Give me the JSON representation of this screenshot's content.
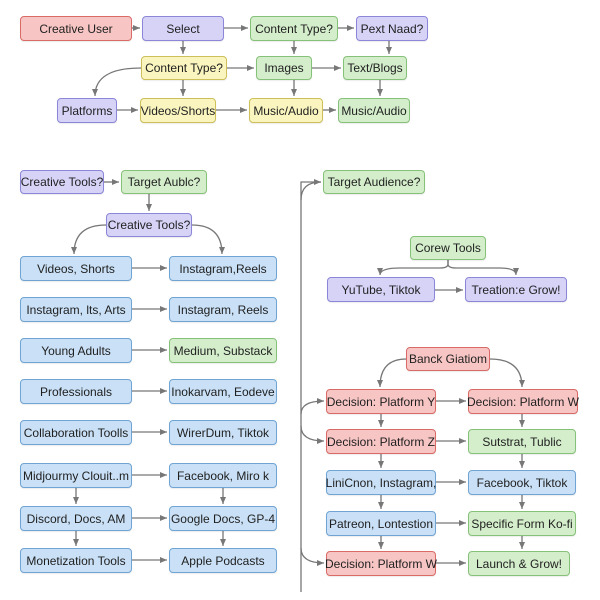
{
  "nodes": {
    "n01": {
      "label": "Creative User",
      "color": "red"
    },
    "n02": {
      "label": "Select",
      "color": "purple"
    },
    "n03": {
      "label": "Content Type?",
      "color": "green"
    },
    "n04": {
      "label": "Pext Naad?",
      "color": "purple"
    },
    "n05": {
      "label": "Content Type?",
      "color": "yellow"
    },
    "n06": {
      "label": "Images",
      "color": "green"
    },
    "n07": {
      "label": "Text/Blogs",
      "color": "green"
    },
    "n08": {
      "label": "Platforms",
      "color": "purple"
    },
    "n09": {
      "label": "Videos/Shorts",
      "color": "yellow"
    },
    "n10": {
      "label": "Music/Audio",
      "color": "yellow"
    },
    "n11": {
      "label": "Music/Audio",
      "color": "green"
    },
    "n12": {
      "label": "Creative Tools?",
      "color": "purple"
    },
    "n13": {
      "label": "Target Aublc?",
      "color": "green"
    },
    "n14": {
      "label": "Creative Tools?",
      "color": "purple"
    },
    "n15": {
      "label": "Videos, Shorts",
      "color": "blue"
    },
    "n16": {
      "label": "Instagram,Reels",
      "color": "blue"
    },
    "n17": {
      "label": "Instagram, lts, Arts",
      "color": "blue"
    },
    "n18": {
      "label": "Instagram, Reels",
      "color": "blue"
    },
    "n19": {
      "label": "Young Adults",
      "color": "blue"
    },
    "n20": {
      "label": "Medium, Substack",
      "color": "green"
    },
    "n21": {
      "label": "Professionals",
      "color": "blue"
    },
    "n22": {
      "label": "Inokarvam, Eodeve",
      "color": "blue"
    },
    "n23": {
      "label": "Collaboration Toolls",
      "color": "blue"
    },
    "n24": {
      "label": "WirerDum, Tiktok",
      "color": "blue"
    },
    "n25": {
      "label": "Midjourmy Clouit..m",
      "color": "blue"
    },
    "n26": {
      "label": "Facebook, Miro k",
      "color": "blue"
    },
    "n27": {
      "label": "Discord, Docs, AM",
      "color": "blue"
    },
    "n28": {
      "label": "Google Docs, GP-4",
      "color": "blue"
    },
    "n29": {
      "label": "Monetization Tools",
      "color": "blue"
    },
    "n30": {
      "label": "Apple Podcasts",
      "color": "blue"
    },
    "n31": {
      "label": "Target Audience?",
      "color": "green"
    },
    "n32": {
      "label": "Corew Tools",
      "color": "green"
    },
    "n33": {
      "label": "YuTube, Tiktok",
      "color": "purple"
    },
    "n34": {
      "label": "Treation:e Grow!",
      "color": "purple"
    },
    "n35": {
      "label": "Banck Giatiom",
      "color": "red"
    },
    "n36": {
      "label": "Decision: Platform Y",
      "color": "red"
    },
    "n37": {
      "label": "Decision: Platform W",
      "color": "red"
    },
    "n38": {
      "label": "Decision: Platform Z",
      "color": "red"
    },
    "n39": {
      "label": "Sutstrat, Tublic",
      "color": "green"
    },
    "n40": {
      "label": "LiniCnon, Instagram,",
      "color": "blue"
    },
    "n41": {
      "label": "Facebook, Tiktok",
      "color": "blue"
    },
    "n42": {
      "label": "Patreon, Lontestion",
      "color": "blue"
    },
    "n43": {
      "label": "Specific Form Ko-fi",
      "color": "green"
    },
    "n44": {
      "label": "Decision: Platform W",
      "color": "red"
    },
    "n45": {
      "label": "Launch & Grow!",
      "color": "green"
    }
  },
  "edge_color": "#777777"
}
